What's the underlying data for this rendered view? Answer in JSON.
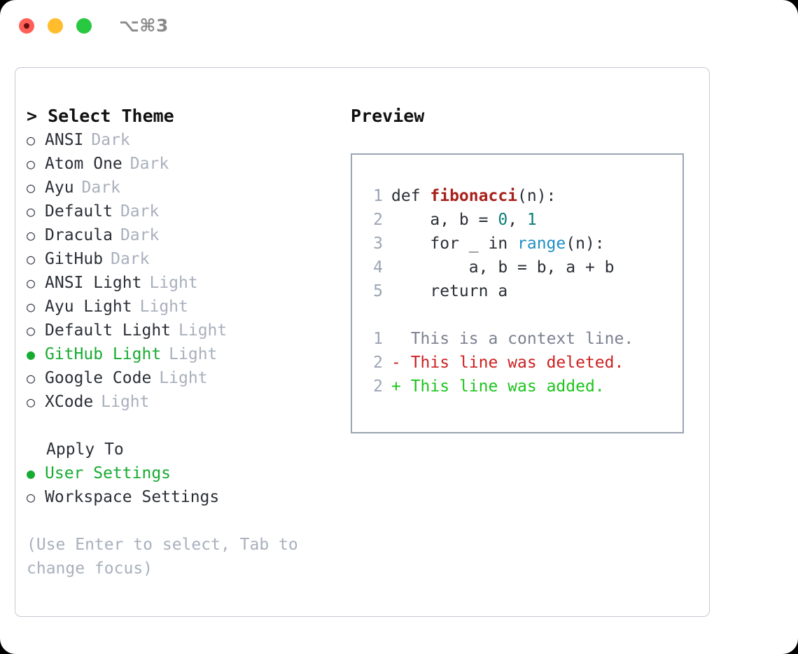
{
  "titlebar": {
    "shortcut": "⌥⌘3",
    "lights": [
      "close",
      "minimize",
      "zoom"
    ]
  },
  "theme_panel": {
    "header": "> Select Theme",
    "selected_marker": "●",
    "unselected_marker": "○",
    "accent_color": "#18ab32",
    "items": [
      {
        "marker": "○",
        "label": "ANSI",
        "variant": "Dark",
        "selected": false
      },
      {
        "marker": "○",
        "label": "Atom One",
        "variant": "Dark",
        "selected": false
      },
      {
        "marker": "○",
        "label": "Ayu",
        "variant": "Dark",
        "selected": false
      },
      {
        "marker": "○",
        "label": "Default",
        "variant": "Dark",
        "selected": false
      },
      {
        "marker": "○",
        "label": "Dracula",
        "variant": "Dark",
        "selected": false
      },
      {
        "marker": "○",
        "label": "GitHub",
        "variant": "Dark",
        "selected": false
      },
      {
        "marker": "○",
        "label": "ANSI Light",
        "variant": "Light",
        "selected": false
      },
      {
        "marker": "○",
        "label": "Ayu Light",
        "variant": "Light",
        "selected": false
      },
      {
        "marker": "○",
        "label": "Default Light",
        "variant": "Light",
        "selected": false
      },
      {
        "marker": "●",
        "label": "GitHub Light",
        "variant": "Light",
        "selected": true
      },
      {
        "marker": "○",
        "label": "Google Code",
        "variant": "Light",
        "selected": false
      },
      {
        "marker": "○",
        "label": "XCode",
        "variant": "Light",
        "selected": false
      }
    ]
  },
  "apply_to": {
    "header": "Apply To",
    "options": [
      {
        "marker": "●",
        "label": "User Settings",
        "selected": true
      },
      {
        "marker": "○",
        "label": "Workspace Settings",
        "selected": false
      }
    ]
  },
  "hint": "(Use Enter to select, Tab to change focus)",
  "preview": {
    "title": "Preview",
    "code_lines": [
      {
        "number": "1",
        "tokens": [
          {
            "text": "def ",
            "type": "plain"
          },
          {
            "text": "fibonacci",
            "type": "function"
          },
          {
            "text": "(n):",
            "type": "plain"
          }
        ]
      },
      {
        "number": "2",
        "tokens": [
          {
            "text": "    a, b = ",
            "type": "plain"
          },
          {
            "text": "0",
            "type": "number"
          },
          {
            "text": ", ",
            "type": "plain"
          },
          {
            "text": "1",
            "type": "number"
          }
        ]
      },
      {
        "number": "3",
        "tokens": [
          {
            "text": "    for _ in ",
            "type": "plain"
          },
          {
            "text": "range",
            "type": "call"
          },
          {
            "text": "(n):",
            "type": "plain"
          }
        ]
      },
      {
        "number": "4",
        "tokens": [
          {
            "text": "        a, b = b, a + b",
            "type": "plain"
          }
        ]
      },
      {
        "number": "5",
        "tokens": [
          {
            "text": "    return a",
            "type": "plain"
          }
        ]
      }
    ],
    "diff_lines": [
      {
        "number": "1",
        "sign": " ",
        "text": " This is a context line.",
        "kind": "context"
      },
      {
        "number": "2",
        "sign": "-",
        "text": " This line was deleted.",
        "kind": "deleted"
      },
      {
        "number": "2",
        "sign": "+",
        "text": " This line was added.",
        "kind": "added"
      }
    ],
    "colors": {
      "function": "#a8201b",
      "number": "#0b7e77",
      "call": "#1f8ec4",
      "context": "#7b8190",
      "deleted": "#cc2020",
      "added": "#1ec41e",
      "gutter": "#9aa5b4",
      "border": "#9aa5b4"
    }
  }
}
